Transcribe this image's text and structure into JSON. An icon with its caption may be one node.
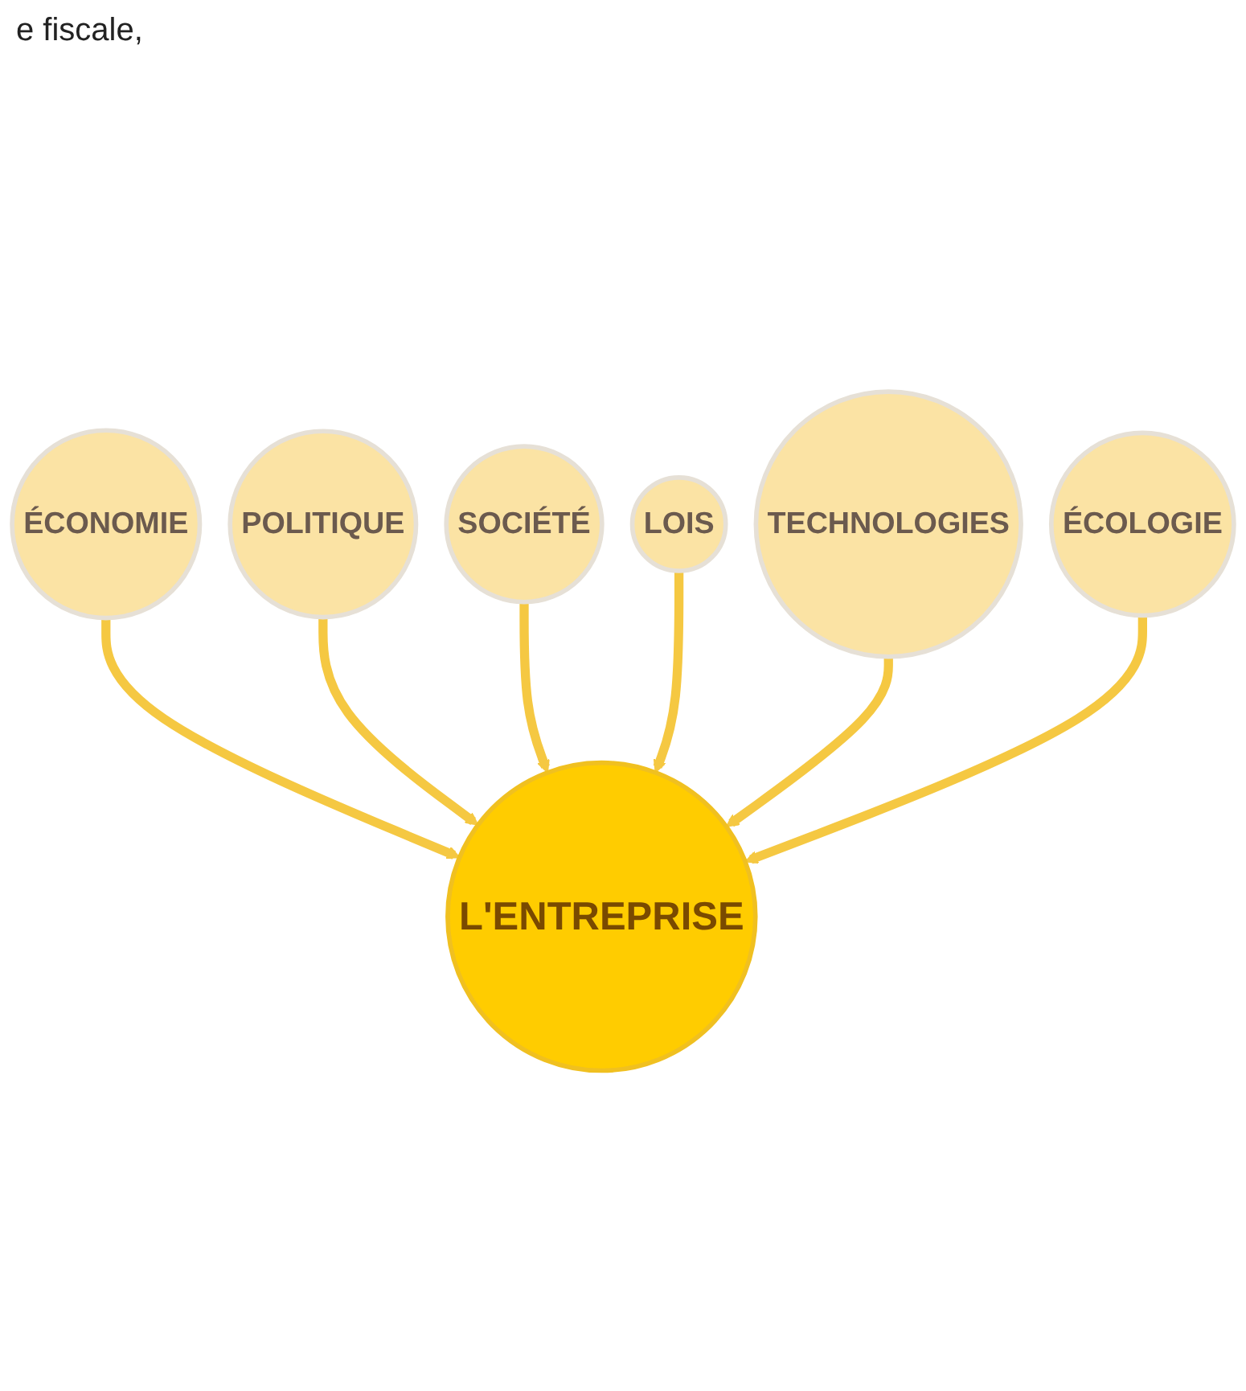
{
  "diagram": {
    "nodes": [
      {
        "text": [
          "ÉCONOMIE"
        ]
      },
      {
        "text": [
          "POLITIQUE"
        ]
      },
      {
        "text": [
          "SOCIÉTÉ"
        ]
      },
      {
        "text": [
          "L'ENTREPRISE"
        ]
      },
      {
        "text": [
          "LOIS"
        ]
      },
      {
        "text": [
          "TECHNOLOGIES"
        ]
      },
      {
        "text": [
          "ÉCOLOGIE"
        ]
      }
    ],
    "edges": [
      {
        "from": 0,
        "to": 3,
        "arrow": "to"
      },
      {
        "from": 1,
        "to": 3,
        "arrow": "to"
      },
      {
        "from": 2,
        "to": 3,
        "arrow": "to"
      },
      {
        "from": 4,
        "to": 3,
        "arrow": "to"
      },
      {
        "from": 5,
        "to": 3,
        "arrow": "to"
      },
      {
        "from": 6,
        "to": 3,
        "arrow": "to"
      }
    ],
    "labels": [
      "e fiscale,"
    ]
  }
}
